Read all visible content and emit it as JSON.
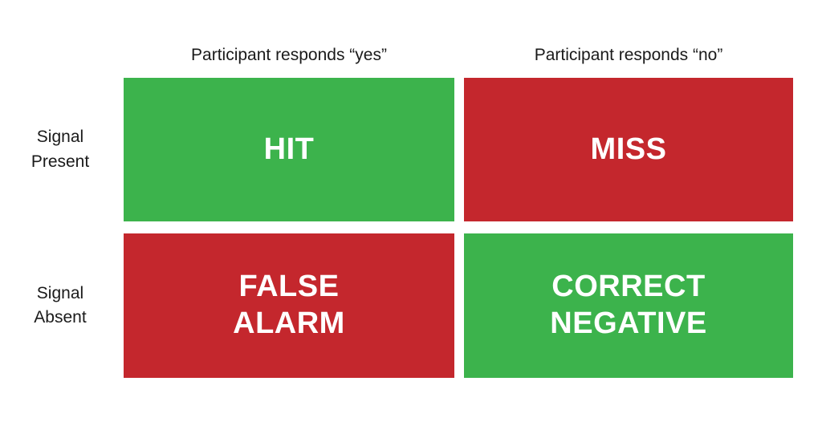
{
  "matrix": {
    "col_headers": [
      {
        "label": "Participant responds “yes”"
      },
      {
        "label": "Participant responds “no”"
      }
    ],
    "row_headers": [
      {
        "label": "Signal\nPresent"
      },
      {
        "label": "Signal\nAbsent"
      }
    ],
    "cells": [
      {
        "label": "HIT",
        "color": "#3cb34c",
        "outcome": "hit"
      },
      {
        "label": "MISS",
        "color": "#c4272d",
        "outcome": "miss"
      },
      {
        "label": "FALSE\nALARM",
        "color": "#c4272d",
        "outcome": "false-alarm"
      },
      {
        "label": "CORRECT\nNEGATIVE",
        "color": "#3cb34c",
        "outcome": "correct-negative"
      }
    ],
    "colors": {
      "green": "#3cb34c",
      "red": "#c4272d",
      "label_text": "#1a1a1a",
      "cell_text": "#ffffff",
      "background": "#ffffff"
    }
  }
}
